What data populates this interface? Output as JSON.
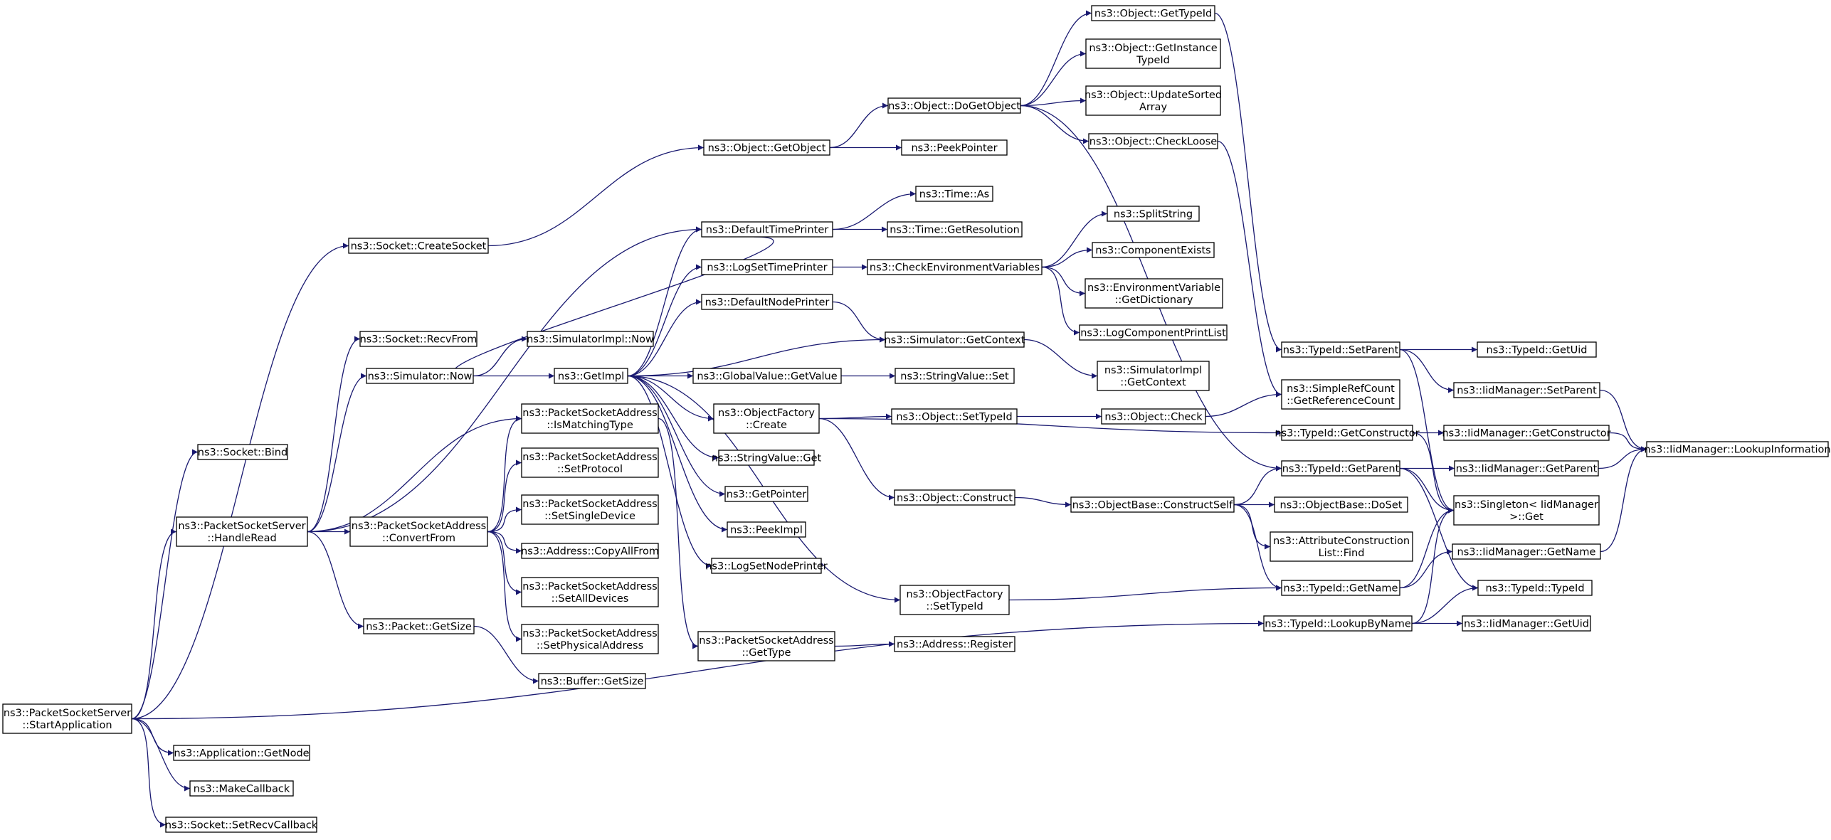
{
  "colors": {
    "edge": "#191970",
    "node_border": "#000000",
    "node_border_red": "#ff0000",
    "root_fill": "#bfbfbf",
    "node_fill": "#ffffff"
  },
  "nodes": [
    {
      "id": "root",
      "lines": [
        "ns3::PacketSocketServer",
        "::StartApplication"
      ],
      "style": "root",
      "interactable": false
    },
    {
      "id": "socket_bind",
      "lines": [
        "ns3::Socket::Bind"
      ],
      "interactable": true
    },
    {
      "id": "handleread",
      "lines": [
        "ns3::PacketSocketServer",
        "::HandleRead"
      ],
      "interactable": true
    },
    {
      "id": "app_getnode",
      "lines": [
        "ns3::Application::GetNode"
      ],
      "interactable": true
    },
    {
      "id": "makecallback",
      "lines": [
        "ns3::MakeCallback"
      ],
      "interactable": true
    },
    {
      "id": "setrecvcallback",
      "lines": [
        "ns3::Socket::SetRecvCallback"
      ],
      "interactable": true
    },
    {
      "id": "createsocket",
      "lines": [
        "ns3::Socket::CreateSocket"
      ],
      "interactable": true
    },
    {
      "id": "recvfrom",
      "lines": [
        "ns3::Socket::RecvFrom"
      ],
      "interactable": true
    },
    {
      "id": "sim_now",
      "lines": [
        "ns3::Simulator::Now"
      ],
      "interactable": true
    },
    {
      "id": "packet_getsize",
      "lines": [
        "ns3::Packet::GetSize"
      ],
      "interactable": true
    },
    {
      "id": "psa_convertfrom",
      "lines": [
        "ns3::PacketSocketAddress",
        "::ConvertFrom"
      ],
      "interactable": true
    },
    {
      "id": "simimpl_now",
      "lines": [
        "ns3::SimulatorImpl::Now"
      ],
      "interactable": true
    },
    {
      "id": "getimpl",
      "lines": [
        "ns3::GetImpl"
      ],
      "interactable": true
    },
    {
      "id": "psa_ismatching",
      "lines": [
        "ns3::PacketSocketAddress",
        "::IsMatchingType"
      ],
      "interactable": true
    },
    {
      "id": "psa_setprotocol",
      "lines": [
        "ns3::PacketSocketAddress",
        "::SetProtocol"
      ],
      "interactable": true
    },
    {
      "id": "psa_setsingle",
      "lines": [
        "ns3::PacketSocketAddress",
        "::SetSingleDevice"
      ],
      "interactable": true
    },
    {
      "id": "addr_copyallfrom",
      "lines": [
        "ns3::Address::CopyAllFrom"
      ],
      "interactable": true
    },
    {
      "id": "psa_setall",
      "lines": [
        "ns3::PacketSocketAddress",
        "::SetAllDevices"
      ],
      "interactable": true
    },
    {
      "id": "psa_setphys",
      "lines": [
        "ns3::PacketSocketAddress",
        "::SetPhysicalAddress"
      ],
      "interactable": true
    },
    {
      "id": "buffer_getsize",
      "lines": [
        "ns3::Buffer::GetSize"
      ],
      "interactable": true
    },
    {
      "id": "obj_getobject",
      "lines": [
        "ns3::Object::GetObject"
      ],
      "interactable": true
    },
    {
      "id": "defaulttimeprinter",
      "lines": [
        "ns3::DefaultTimePrinter"
      ],
      "interactable": true
    },
    {
      "id": "logsettimeprinter",
      "lines": [
        "ns3::LogSetTimePrinter"
      ],
      "interactable": true
    },
    {
      "id": "defaultnodeprinter",
      "lines": [
        "ns3::DefaultNodePrinter"
      ],
      "interactable": true
    },
    {
      "id": "gv_getvalue",
      "lines": [
        "ns3::GlobalValue::GetValue"
      ],
      "interactable": true
    },
    {
      "id": "of_create",
      "lines": [
        "ns3::ObjectFactory",
        "::Create"
      ],
      "interactable": true
    },
    {
      "id": "strval_get",
      "lines": [
        "ns3::StringValue::Get"
      ],
      "interactable": true
    },
    {
      "id": "getpointer",
      "lines": [
        "ns3::GetPointer"
      ],
      "interactable": true
    },
    {
      "id": "peekimpl",
      "lines": [
        "ns3::PeekImpl"
      ],
      "interactable": true
    },
    {
      "id": "logsetnodeprinter",
      "lines": [
        "ns3::LogSetNodePrinter"
      ],
      "interactable": true
    },
    {
      "id": "psa_gettype",
      "lines": [
        "ns3::PacketSocketAddress",
        "::GetType"
      ],
      "interactable": true
    },
    {
      "id": "obj_dogetobject",
      "lines": [
        "ns3::Object::DoGetObject"
      ],
      "interactable": true
    },
    {
      "id": "peekpointer",
      "lines": [
        "ns3::PeekPointer"
      ],
      "interactable": true
    },
    {
      "id": "time_as",
      "lines": [
        "ns3::Time::As"
      ],
      "interactable": true
    },
    {
      "id": "time_getres",
      "lines": [
        "ns3::Time::GetResolution"
      ],
      "interactable": true
    },
    {
      "id": "checkenv",
      "lines": [
        "ns3::CheckEnvironmentVariables"
      ],
      "interactable": true
    },
    {
      "id": "sim_getcontext",
      "lines": [
        "ns3::Simulator::GetContext"
      ],
      "interactable": true
    },
    {
      "id": "strval_set",
      "lines": [
        "ns3::StringValue::Set"
      ],
      "interactable": true
    },
    {
      "id": "obj_settypeid",
      "lines": [
        "ns3::Object::SetTypeId"
      ],
      "interactable": true
    },
    {
      "id": "obj_construct",
      "lines": [
        "ns3::Object::Construct"
      ],
      "interactable": true
    },
    {
      "id": "of_settypeid",
      "lines": [
        "ns3::ObjectFactory",
        "::SetTypeId"
      ],
      "interactable": true
    },
    {
      "id": "addr_register",
      "lines": [
        "ns3::Address::Register"
      ],
      "interactable": true
    },
    {
      "id": "obj_gettypeid",
      "lines": [
        "ns3::Object::GetTypeId"
      ],
      "interactable": true
    },
    {
      "id": "obj_getinstancetypeid",
      "lines": [
        "ns3::Object::GetInstance",
        "TypeId"
      ],
      "interactable": true
    },
    {
      "id": "obj_updatesorted",
      "lines": [
        "ns3::Object::UpdateSorted",
        "Array"
      ],
      "interactable": true
    },
    {
      "id": "obj_checkloose",
      "lines": [
        "ns3::Object::CheckLoose"
      ],
      "interactable": true
    },
    {
      "id": "splitstring",
      "lines": [
        "ns3::SplitString"
      ],
      "interactable": true
    },
    {
      "id": "componentexists",
      "lines": [
        "ns3::ComponentExists"
      ],
      "style": "red",
      "interactable": true
    },
    {
      "id": "envvar_getdict",
      "lines": [
        "ns3::EnvironmentVariable",
        "::GetDictionary"
      ],
      "style": "red",
      "interactable": true
    },
    {
      "id": "logcompprintlist",
      "lines": [
        "ns3::LogComponentPrintList"
      ],
      "style": "red",
      "interactable": true
    },
    {
      "id": "simimpl_getcontext",
      "lines": [
        "ns3::SimulatorImpl",
        "::GetContext"
      ],
      "interactable": true
    },
    {
      "id": "obj_check",
      "lines": [
        "ns3::Object::Check"
      ],
      "interactable": true
    },
    {
      "id": "ob_constructself",
      "lines": [
        "ns3::ObjectBase::ConstructSelf"
      ],
      "style": "red",
      "interactable": true
    },
    {
      "id": "tid_setparent",
      "lines": [
        "ns3::TypeId::SetParent"
      ],
      "interactable": true
    },
    {
      "id": "srcount_getref",
      "lines": [
        "ns3::SimpleRefCount",
        "::GetReferenceCount"
      ],
      "interactable": true
    },
    {
      "id": "tid_getconstructor",
      "lines": [
        "ns3::TypeId::GetConstructor"
      ],
      "interactable": true
    },
    {
      "id": "tid_getparent",
      "lines": [
        "ns3::TypeId::GetParent"
      ],
      "interactable": true
    },
    {
      "id": "ob_doset",
      "lines": [
        "ns3::ObjectBase::DoSet"
      ],
      "interactable": true
    },
    {
      "id": "acl_find",
      "lines": [
        "ns3::AttributeConstruction",
        "List::Find"
      ],
      "interactable": true
    },
    {
      "id": "tid_getname",
      "lines": [
        "ns3::TypeId::GetName"
      ],
      "interactable": true
    },
    {
      "id": "tid_lookupbyname",
      "lines": [
        "ns3::TypeId::LookupByName"
      ],
      "interactable": true
    },
    {
      "id": "tid_getuid",
      "lines": [
        "ns3::TypeId::GetUid"
      ],
      "interactable": true
    },
    {
      "id": "iidm_setparent",
      "lines": [
        "ns3::IidManager::SetParent"
      ],
      "interactable": true
    },
    {
      "id": "iidm_getconstructor",
      "lines": [
        "ns3::IidManager::GetConstructor"
      ],
      "interactable": true
    },
    {
      "id": "iidm_getparent",
      "lines": [
        "ns3::IidManager::GetParent"
      ],
      "interactable": true
    },
    {
      "id": "singleton_get",
      "lines": [
        "ns3::Singleton< IidManager",
        " >::Get"
      ],
      "interactable": true
    },
    {
      "id": "iidm_getname",
      "lines": [
        "ns3::IidManager::GetName"
      ],
      "interactable": true
    },
    {
      "id": "tid_typeid",
      "lines": [
        "ns3::TypeId::TypeId"
      ],
      "interactable": true
    },
    {
      "id": "iidm_getuid",
      "lines": [
        "ns3::IidManager::GetUid"
      ],
      "interactable": true
    },
    {
      "id": "iidm_lookupinfo",
      "lines": [
        "ns3::IidManager::LookupInformation"
      ],
      "interactable": true
    }
  ],
  "edges": [
    [
      "root",
      "socket_bind"
    ],
    [
      "root",
      "handleread"
    ],
    [
      "root",
      "app_getnode"
    ],
    [
      "root",
      "makecallback"
    ],
    [
      "root",
      "setrecvcallback"
    ],
    [
      "root",
      "createsocket"
    ],
    [
      "root",
      "tid_lookupbyname"
    ],
    [
      "handleread",
      "recvfrom"
    ],
    [
      "handleread",
      "sim_now"
    ],
    [
      "handleread",
      "packet_getsize"
    ],
    [
      "handleread",
      "psa_convertfrom"
    ],
    [
      "handleread",
      "psa_ismatching"
    ],
    [
      "handleread",
      "defaulttimeprinter"
    ],
    [
      "createsocket",
      "obj_getobject"
    ],
    [
      "sim_now",
      "simimpl_now"
    ],
    [
      "sim_now",
      "getimpl"
    ],
    [
      "packet_getsize",
      "buffer_getsize"
    ],
    [
      "psa_convertfrom",
      "psa_ismatching"
    ],
    [
      "psa_convertfrom",
      "psa_setprotocol"
    ],
    [
      "psa_convertfrom",
      "psa_setsingle"
    ],
    [
      "psa_convertfrom",
      "addr_copyallfrom"
    ],
    [
      "psa_convertfrom",
      "psa_setall"
    ],
    [
      "psa_convertfrom",
      "psa_setphys"
    ],
    [
      "psa_ismatching",
      "psa_gettype"
    ],
    [
      "getimpl",
      "defaulttimeprinter"
    ],
    [
      "getimpl",
      "logsettimeprinter"
    ],
    [
      "getimpl",
      "defaultnodeprinter"
    ],
    [
      "getimpl",
      "sim_getcontext"
    ],
    [
      "getimpl",
      "gv_getvalue"
    ],
    [
      "getimpl",
      "of_create"
    ],
    [
      "getimpl",
      "strval_get"
    ],
    [
      "getimpl",
      "getpointer"
    ],
    [
      "getimpl",
      "peekimpl"
    ],
    [
      "getimpl",
      "logsetnodeprinter"
    ],
    [
      "getimpl",
      "of_settypeid"
    ],
    [
      "defaulttimeprinter",
      "sim_now"
    ],
    [
      "defaulttimeprinter",
      "time_as"
    ],
    [
      "defaulttimeprinter",
      "time_getres"
    ],
    [
      "logsettimeprinter",
      "checkenv"
    ],
    [
      "defaultnodeprinter",
      "sim_getcontext"
    ],
    [
      "gv_getvalue",
      "strval_set"
    ],
    [
      "of_create",
      "obj_settypeid"
    ],
    [
      "of_create",
      "obj_construct"
    ],
    [
      "of_create",
      "tid_getconstructor"
    ],
    [
      "psa_gettype",
      "addr_register"
    ],
    [
      "obj_getobject",
      "obj_dogetobject"
    ],
    [
      "obj_getobject",
      "peekpointer"
    ],
    [
      "obj_dogetobject",
      "obj_gettypeid"
    ],
    [
      "obj_dogetobject",
      "obj_getinstancetypeid"
    ],
    [
      "obj_dogetobject",
      "obj_updatesorted"
    ],
    [
      "obj_dogetobject",
      "obj_checkloose"
    ],
    [
      "obj_dogetobject",
      "tid_getparent"
    ],
    [
      "obj_checkloose",
      "srcount_getref"
    ],
    [
      "obj_gettypeid",
      "tid_setparent"
    ],
    [
      "checkenv",
      "splitstring"
    ],
    [
      "checkenv",
      "componentexists"
    ],
    [
      "checkenv",
      "envvar_getdict"
    ],
    [
      "checkenv",
      "logcompprintlist"
    ],
    [
      "sim_getcontext",
      "simimpl_getcontext"
    ],
    [
      "obj_settypeid",
      "obj_check"
    ],
    [
      "obj_check",
      "srcount_getref"
    ],
    [
      "obj_construct",
      "ob_constructself"
    ],
    [
      "ob_constructself",
      "tid_getparent"
    ],
    [
      "ob_constructself",
      "ob_doset"
    ],
    [
      "ob_constructself",
      "acl_find"
    ],
    [
      "ob_constructself",
      "tid_getname"
    ],
    [
      "of_settypeid",
      "tid_getname"
    ],
    [
      "tid_setparent",
      "tid_getuid"
    ],
    [
      "tid_setparent",
      "iidm_setparent"
    ],
    [
      "tid_setparent",
      "singleton_get"
    ],
    [
      "tid_getconstructor",
      "iidm_getconstructor"
    ],
    [
      "tid_getconstructor",
      "singleton_get"
    ],
    [
      "tid_getparent",
      "iidm_getparent"
    ],
    [
      "tid_getparent",
      "singleton_get"
    ],
    [
      "tid_getparent",
      "tid_typeid"
    ],
    [
      "tid_getname",
      "iidm_getname"
    ],
    [
      "tid_getname",
      "singleton_get"
    ],
    [
      "tid_lookupbyname",
      "tid_typeid"
    ],
    [
      "tid_lookupbyname",
      "iidm_getuid"
    ],
    [
      "tid_lookupbyname",
      "singleton_get"
    ],
    [
      "iidm_setparent",
      "iidm_lookupinfo"
    ],
    [
      "iidm_getconstructor",
      "iidm_lookupinfo"
    ],
    [
      "iidm_getparent",
      "iidm_lookupinfo"
    ],
    [
      "iidm_getname",
      "iidm_lookupinfo"
    ]
  ]
}
